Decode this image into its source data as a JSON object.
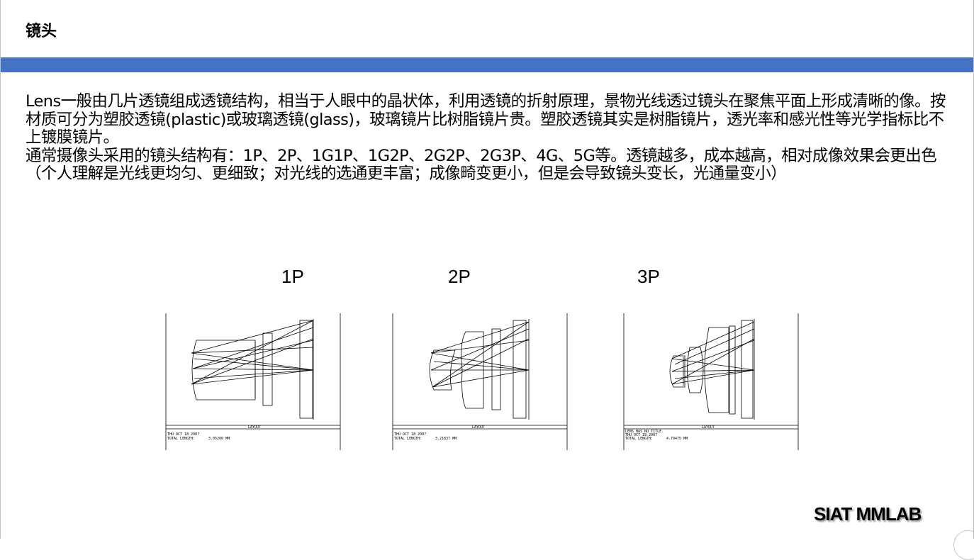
{
  "slide": {
    "title": "镜头",
    "paragraphs": [
      "Lens一般由几片透镜组成透镜结构，相当于人眼中的晶状体，利用透镜的折射原理，景物光线透过镜头在聚焦平面上形成清晰的像。按材质可分为塑胶透镜(plastic)或玻璃透镜(glass)，玻璃镜片比树脂镜片贵。塑胶透镜其实是树脂镜片，透光率和感光性等光学指标比不上镀膜镜片。",
      "通常摄像头采用的镜头结构有：1P、2P、1G1P、1G2P、2G2P、2G3P、4G、5G等。透镜越多，成本越高，相对成像效果会更出色（个人理解是光线更均匀、更细致；对光线的选通更丰富；成像畸变更小，但是会导致镜头变长，光通量变小）"
    ],
    "title_bar_color": "#4472c4"
  },
  "diagrams": [
    {
      "label": "1P",
      "layout_title": "LAYOUT",
      "caption_lines": [
        "THU OCT 18 2007",
        "TOTAL LENGTH:"
      ],
      "total_length": "3.05200 MM"
    },
    {
      "label": "2P",
      "layout_title": "LAYOUT",
      "caption_lines": [
        "THU OCT 18 2007",
        "TOTAL LENGTH:"
      ],
      "total_length": "3.21837 MM"
    },
    {
      "label": "3P",
      "layout_title": "LAYOUT",
      "caption_lines": [
        "LENS HAS NO TITLE.",
        "THU OCT 18 2007",
        "TOTAL LENGTH:"
      ],
      "total_length": "4.79475 MM"
    }
  ],
  "footer": {
    "brand": "SIAT MMLAB"
  }
}
